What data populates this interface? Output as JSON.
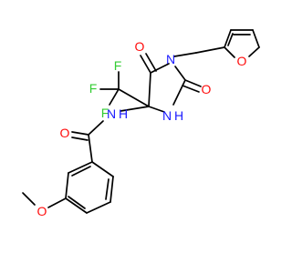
{
  "molecule": {
    "atoms": [
      {
        "id": "N1",
        "label": "N",
        "color": "#1a1aff"
      },
      {
        "id": "O1",
        "label": "O",
        "color": "#ff0d0d"
      },
      {
        "id": "O2",
        "label": "O",
        "color": "#ff0d0d"
      },
      {
        "id": "F1",
        "label": "F",
        "color": "#33cc33"
      },
      {
        "id": "F2",
        "label": "F",
        "color": "#33cc33"
      },
      {
        "id": "F3",
        "label": "F",
        "color": "#33cc33"
      },
      {
        "id": "NH1",
        "label": "N",
        "color": "#1a1aff"
      },
      {
        "id": "H1",
        "label": "H",
        "color": "#1a1aff"
      },
      {
        "id": "NH2",
        "label": "N",
        "color": "#1a1aff"
      },
      {
        "id": "H2",
        "label": "H",
        "color": "#1a1aff"
      },
      {
        "id": "O3",
        "label": "O",
        "color": "#ff0d0d"
      },
      {
        "id": "O4",
        "label": "O",
        "color": "#ff0d0d"
      },
      {
        "id": "O5",
        "label": "O",
        "color": "#ff0d0d"
      }
    ]
  }
}
